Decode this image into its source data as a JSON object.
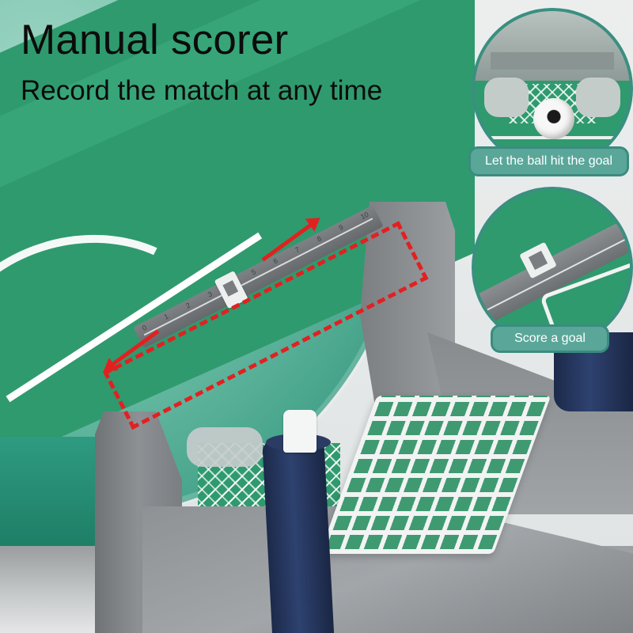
{
  "headline": {
    "title": "Manual scorer",
    "subtitle": "Record the match at any time"
  },
  "callouts": [
    {
      "label": "Let the ball hit the goal",
      "icon": "soccer-ball-icon"
    },
    {
      "label": "Score a goal",
      "icon": "score-slider-icon"
    }
  ],
  "scorer": {
    "numbers": [
      "0",
      "1",
      "2",
      "3",
      "4",
      "5",
      "6",
      "7",
      "8",
      "9",
      "10"
    ],
    "highlight_color": "#e32020",
    "arrows": [
      "arrow-up-right-icon",
      "arrow-down-left-icon"
    ]
  },
  "colors": {
    "accent_green": "#2f9a6e",
    "callout_fill": "#5aa79a",
    "callout_border": "#3a8c7f",
    "rod_navy": "#1c2a4a",
    "frame_grey": "#8d9194"
  }
}
